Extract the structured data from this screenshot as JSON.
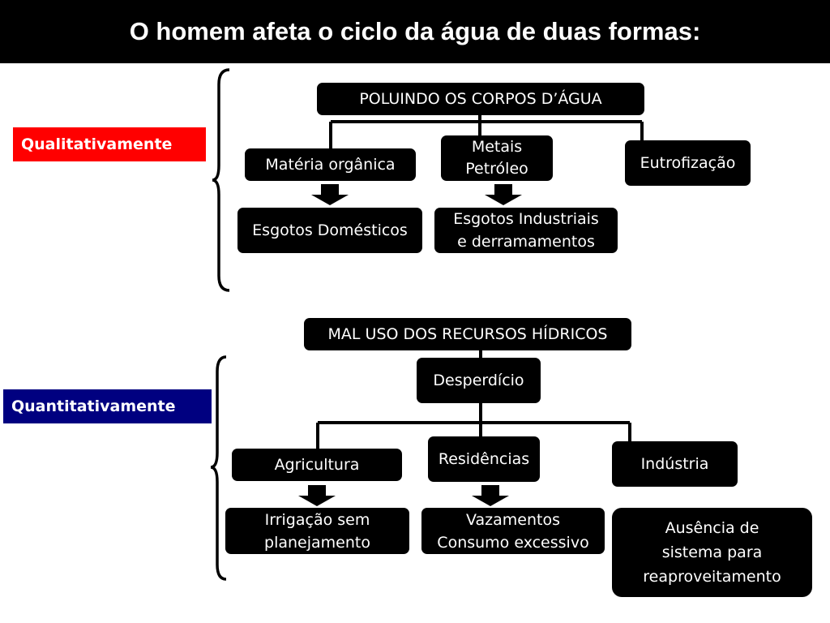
{
  "title": "O homem afeta o ciclo da água de duas formas:",
  "colors": {
    "qualitative": "#ff0000",
    "quantitative": "#000080",
    "box": "#000000"
  },
  "qualitative": {
    "label": "Qualitativamente",
    "header": "POLUINDO OS CORPOS D’ÁGUA",
    "materia": "Matéria orgânica",
    "metais": "Metais\nPetróleo",
    "eutrofizacao": "Eutrofização",
    "esgotos_domesticos": "Esgotos Domésticos",
    "esgotos_industriais": "Esgotos Industriais\ne derramamentos"
  },
  "quantitative": {
    "label": "Quantitativamente",
    "header": "MAL USO DOS RECURSOS HÍDRICOS",
    "desperdicio": "Desperdício",
    "agricultura": "Agricultura",
    "residencias": "Residências",
    "industria": "Indústria",
    "irrigacao": "Irrigação sem\nplanejamento",
    "vazamentos": "Vazamentos\nConsumo excessivo",
    "ausencia": "Ausência de\nsistema para\nreaproveitamento"
  }
}
